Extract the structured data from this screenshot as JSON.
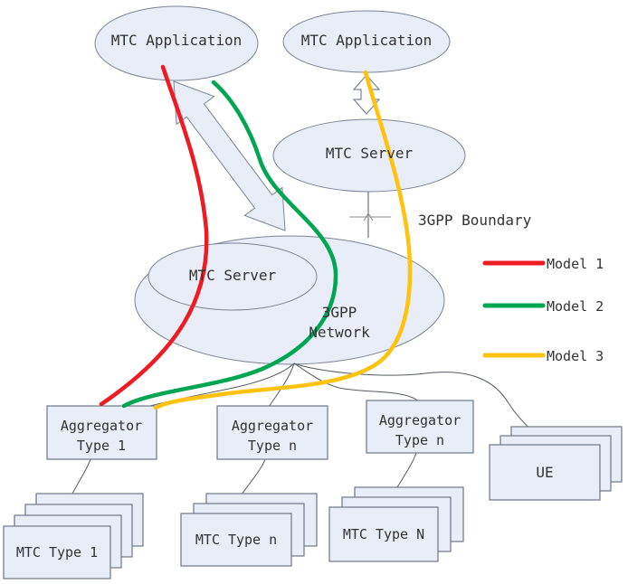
{
  "colors": {
    "node_fill": "#e8edf8",
    "node_stroke": "#7b8494",
    "model1": "#ed1c24",
    "model2": "#00a651",
    "model3": "#ffc20e"
  },
  "nodes": {
    "app_left": {
      "label": "MTC Application"
    },
    "app_right": {
      "label": "MTC Application"
    },
    "server_top": {
      "label": "MTC Server"
    },
    "server_inner": {
      "label": "MTC Server"
    },
    "network": {
      "label_line1": "3GPP",
      "label_line2": "Network"
    }
  },
  "boundary": {
    "label": "3GPP Boundary"
  },
  "legend": {
    "items": [
      {
        "label": "Model 1",
        "color": "#ed1c24"
      },
      {
        "label": "Model 2",
        "color": "#00a651"
      },
      {
        "label": "Model 3",
        "color": "#ffc20e"
      }
    ]
  },
  "aggregators": [
    {
      "line1": "Aggregator",
      "line2": "Type 1"
    },
    {
      "line1": "Aggregator",
      "line2": "Type n"
    },
    {
      "line1": "Aggregator",
      "line2": "Type n"
    }
  ],
  "device_stacks": [
    {
      "label": "MTC Type 1",
      "layers": 4
    },
    {
      "label": "MTC Type n",
      "layers": 3
    },
    {
      "label": "MTC Type N",
      "layers": 3
    },
    {
      "label": "UE",
      "layers": 3
    }
  ]
}
